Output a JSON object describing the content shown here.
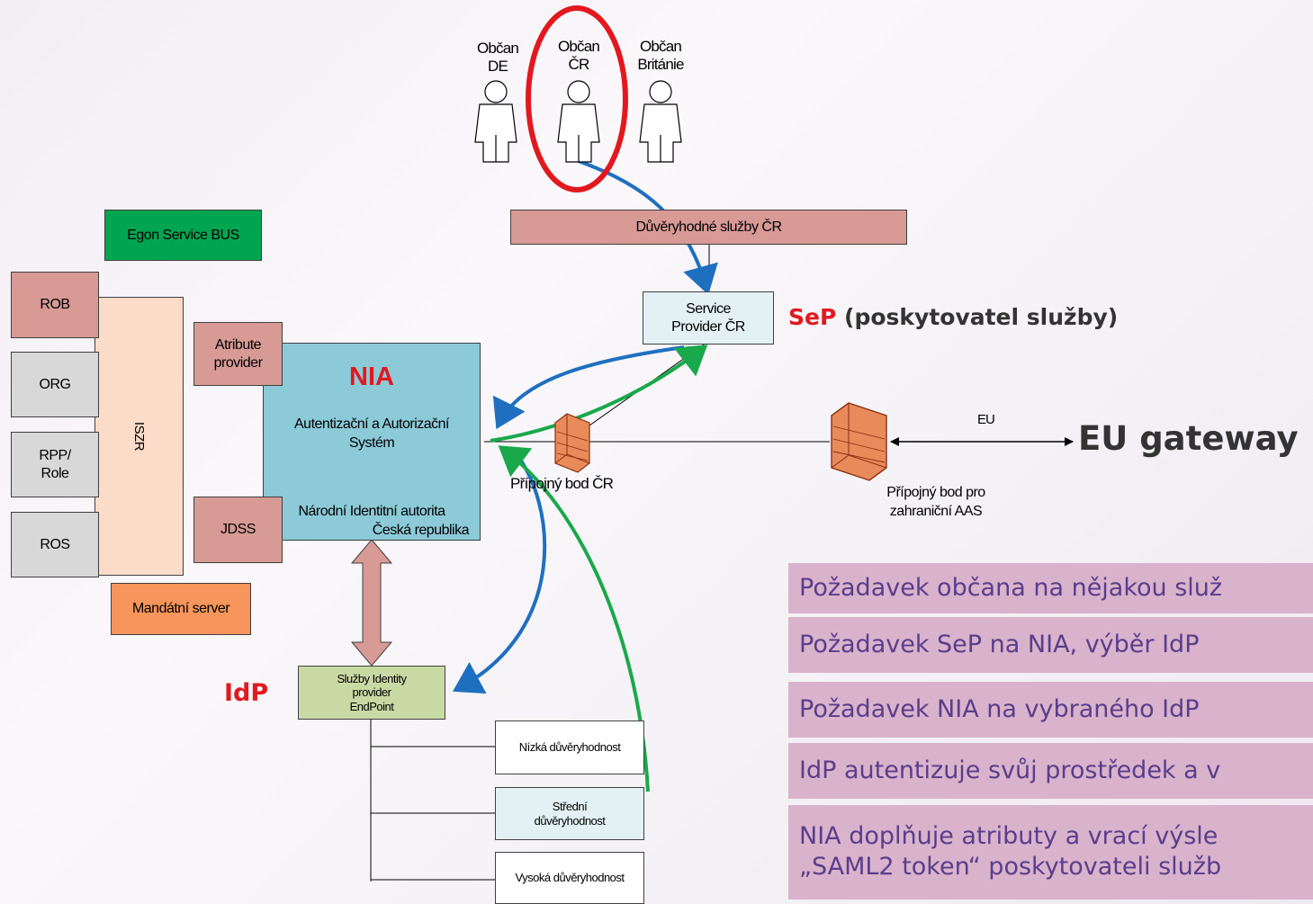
{
  "citizens": {
    "de": {
      "line1": "Občan",
      "line2": "DE"
    },
    "cr": {
      "line1": "Občan",
      "line2": "ČR"
    },
    "uk": {
      "line1": "Občan",
      "line2": "Británie"
    }
  },
  "trust_services": "Důvěryhodné služby ČR",
  "egon_bus": "Egon Service BUS",
  "registers": {
    "rob": "ROB",
    "orgr": "ORG",
    "rpp": "RPP/\nRole",
    "ros": "ROS",
    "iszr": "ISZR"
  },
  "attribute_provider": "Atribute provider",
  "jdss": "JDSS",
  "mandate_server": "Mandátní server",
  "nia": {
    "title": "NIA",
    "line1": "Autentizační a Autorizační",
    "line2": "Systém",
    "line3": "Národní Identitní autorita",
    "line4": "Česká republika"
  },
  "service_provider": {
    "line1": "Service",
    "line2": "Provider ČR"
  },
  "sep_label": {
    "abbr": "SeP",
    "text": "(poskytovatel služby)"
  },
  "connection_cr": "Přípojný bod ČR",
  "connection_foreign": {
    "line1": "Přípojný bod pro",
    "line2": "zahraniční AAS"
  },
  "eu_label": "EU",
  "eu_gateway": "EU gateway",
  "idp_label": "IdP",
  "idp_box": {
    "line1": "Služby Identity",
    "line2": "provider",
    "line3": "EndPoint"
  },
  "assurance": {
    "low": "Nízká důvěryhodnost",
    "medium": "Střední důvěryhodnost",
    "high": "Vysoká důvěryhodnost"
  },
  "legend": [
    "Požadavek občana na nějakou služ",
    "Požadavek SeP na NIA, výběr IdP",
    "Požadavek NIA na vybraného IdP",
    "IdP autentizuje svůj prostředek a v",
    "NIA doplňuje atributy a vrací výsle",
    "„SAML2 token“ poskytovateli služb"
  ],
  "colors": {
    "request_arrow": "#1f6fc0",
    "response_arrow": "#19a84a",
    "highlight": "#e3181f",
    "legend_bg": "#d9b3cb",
    "legend_text": "#5a3d8c"
  }
}
